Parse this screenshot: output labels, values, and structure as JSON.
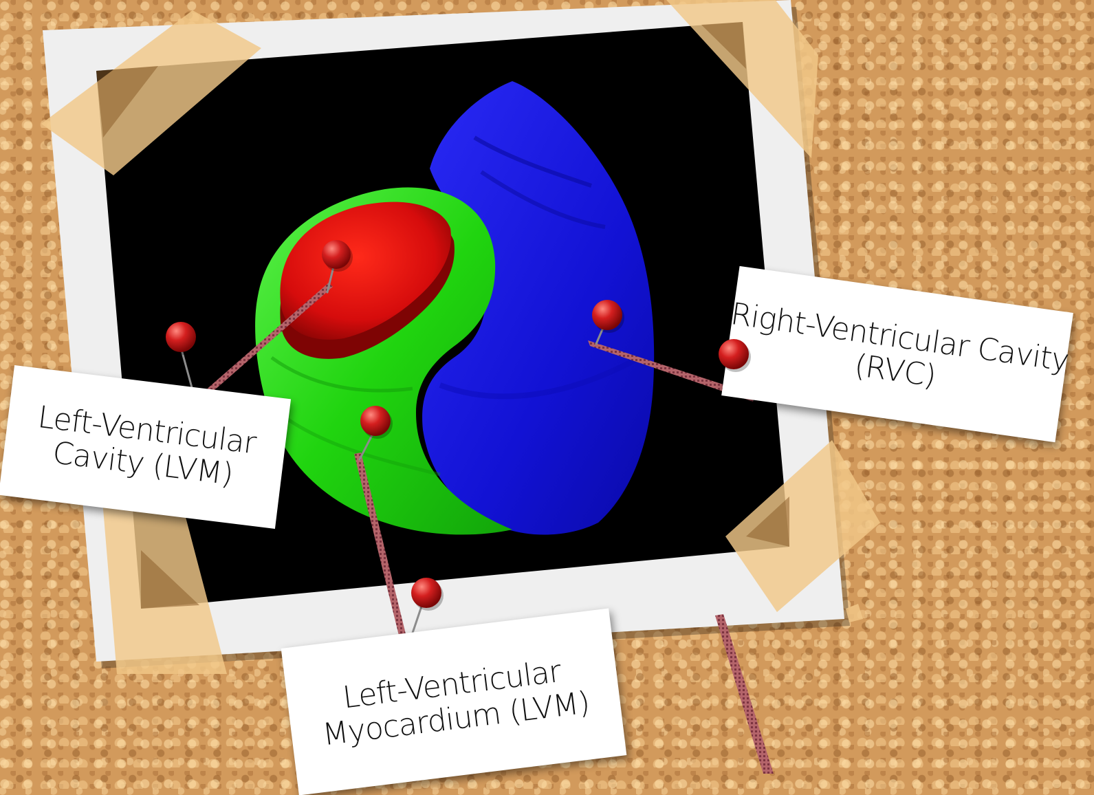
{
  "labels": {
    "lvc": {
      "line1": "Left-Ventricular",
      "line2": "Cavity (LVM)"
    },
    "rvc": {
      "line1": "Right-Ventricular Cavity",
      "line2": "(RVC)"
    },
    "lvm": {
      "line1": "Left-Ventricular",
      "line2": "Myocardium (LVM)"
    }
  },
  "colors": {
    "cork": "#d29a5c",
    "lv_cavity": "#e50c0c",
    "lv_myocardium": "#22d611",
    "rv_cavity": "#1414d8",
    "background": "#000000",
    "pin": "#c91c1c",
    "thread": "#a8545c",
    "tape": "#f2c889"
  }
}
